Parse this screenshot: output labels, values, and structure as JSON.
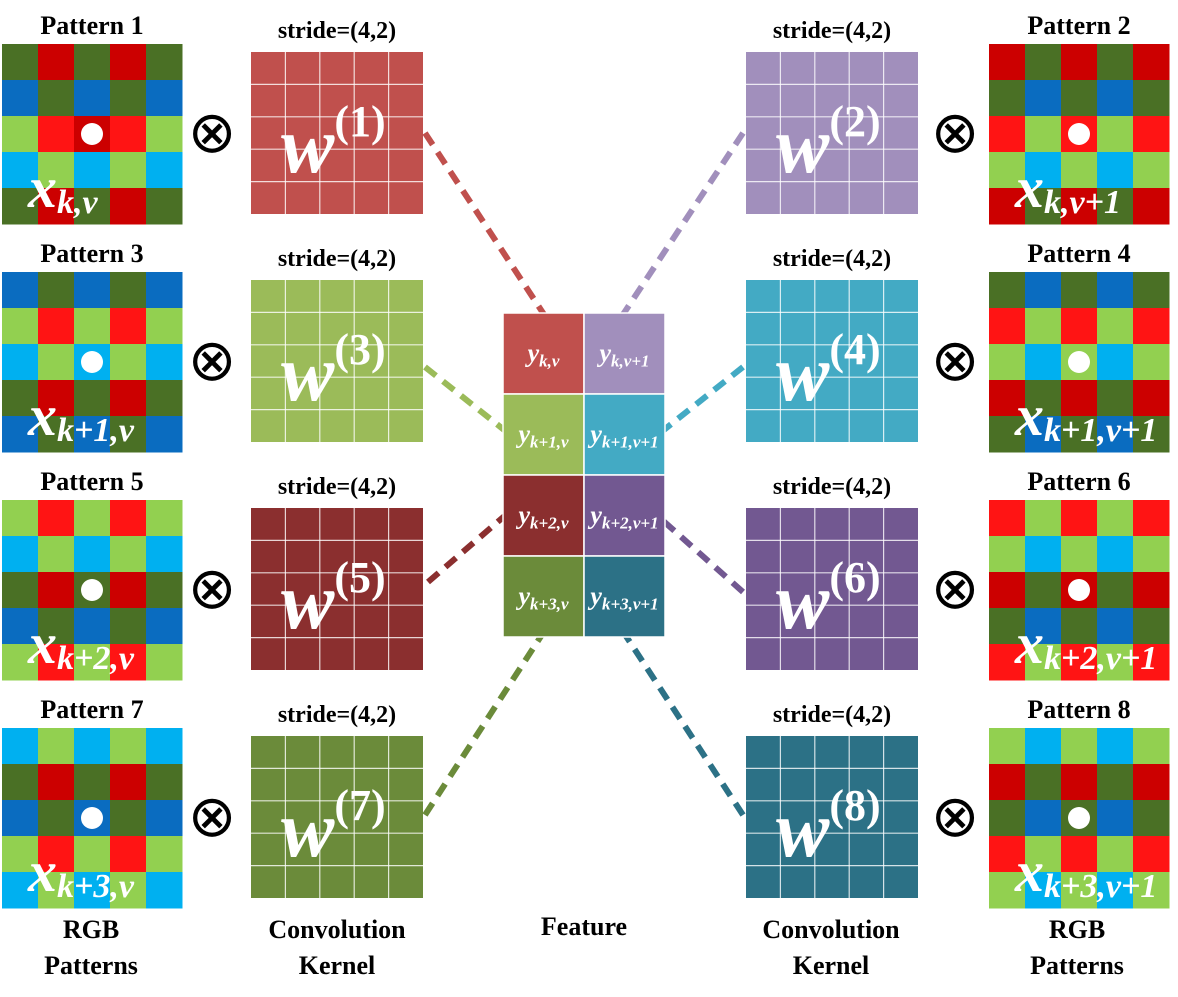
{
  "colors": {
    "R": "#CC0000",
    "r": "#FF1414",
    "G": "#4A7025",
    "g": "#92D050",
    "B": "#0A6CC0",
    "b": "#00B0F0",
    "kernel_1": "#C0504D",
    "kernel_2": "#A18FBC",
    "kernel_3": "#9BBB59",
    "kernel_4": "#43AAC4",
    "kernel_5": "#8B2F2F",
    "kernel_6": "#725891",
    "kernel_7": "#6B8B3A",
    "kernel_8": "#2C7186"
  },
  "patterns": [
    {
      "label": "Pattern 1",
      "x_base": "x",
      "x_sub": "k,v",
      "grid": [
        "GRGRG",
        "BGBGB",
        "grRrg",
        "bgbgb",
        "GRGRG"
      ]
    },
    {
      "label": "Pattern 2",
      "x_base": "x",
      "x_sub": "k,v+1",
      "grid": [
        "RGRGR",
        "GBGBG",
        "rgrgr",
        "gbgbg",
        "RGRGR"
      ]
    },
    {
      "label": "Pattern 3",
      "x_base": "x",
      "x_sub": "k+1,v",
      "grid": [
        "BGBGB",
        "grgrg",
        "bgbgb",
        "GRGRG",
        "BGBGB"
      ]
    },
    {
      "label": "Pattern 4",
      "x_base": "x",
      "x_sub": "k+1,v+1",
      "grid": [
        "GBGBG",
        "rgrgr",
        "gbgbg",
        "RGRGR",
        "GBGBG"
      ]
    },
    {
      "label": "Pattern 5",
      "x_base": "x",
      "x_sub": "k+2,v",
      "grid": [
        "grgrg",
        "bgbgb",
        "GRGRG",
        "BGBGB",
        "grgrg"
      ]
    },
    {
      "label": "Pattern 6",
      "x_base": "x",
      "x_sub": "k+2,v+1",
      "grid": [
        "rgrgr",
        "gbgbg",
        "RGRGR",
        "GBGBG",
        "rgrgr"
      ]
    },
    {
      "label": "Pattern 7",
      "x_base": "x",
      "x_sub": "k+3,v",
      "grid": [
        "bgbgb",
        "GRGRG",
        "BGBGB",
        "grgrg",
        "bgbgb"
      ]
    },
    {
      "label": "Pattern 8",
      "x_base": "x",
      "x_sub": "k+3,v+1",
      "grid": [
        "gbgbg",
        "RGRGR",
        "GBGBG",
        "rgrgr",
        "gbgbg"
      ]
    }
  ],
  "operator_symbol": "⊗",
  "kernels": [
    {
      "stride": "stride=(4,2)",
      "w_base": "w",
      "w_sup": "(1)"
    },
    {
      "stride": "stride=(4,2)",
      "w_base": "w",
      "w_sup": "(2)"
    },
    {
      "stride": "stride=(4,2)",
      "w_base": "w",
      "w_sup": "(3)"
    },
    {
      "stride": "stride=(4,2)",
      "w_base": "w",
      "w_sup": "(4)"
    },
    {
      "stride": "stride=(4,2)",
      "w_base": "w",
      "w_sup": "(5)"
    },
    {
      "stride": "stride=(4,2)",
      "w_base": "w",
      "w_sup": "(6)"
    },
    {
      "stride": "stride=(4,2)",
      "w_base": "w",
      "w_sup": "(7)"
    },
    {
      "stride": "stride=(4,2)",
      "w_base": "w",
      "w_sup": "(8)"
    }
  ],
  "feature_cells": [
    {
      "base": "y",
      "sub": "k,v"
    },
    {
      "base": "y",
      "sub": "k,v+1"
    },
    {
      "base": "y",
      "sub": "k+1,v"
    },
    {
      "base": "y",
      "sub": "k+1,v+1"
    },
    {
      "base": "y",
      "sub": "k+2,v"
    },
    {
      "base": "y",
      "sub": "k+2,v+1"
    },
    {
      "base": "y",
      "sub": "k+3,v"
    },
    {
      "base": "y",
      "sub": "k+3,v+1"
    }
  ],
  "footer": {
    "left_patterns": [
      "RGB",
      "Patterns"
    ],
    "left_kernel": [
      "Convolution",
      "Kernel"
    ],
    "feature": "Feature",
    "right_kernel": [
      "Convolution",
      "Kernel"
    ],
    "right_patterns": [
      "RGB",
      "Patterns"
    ]
  }
}
